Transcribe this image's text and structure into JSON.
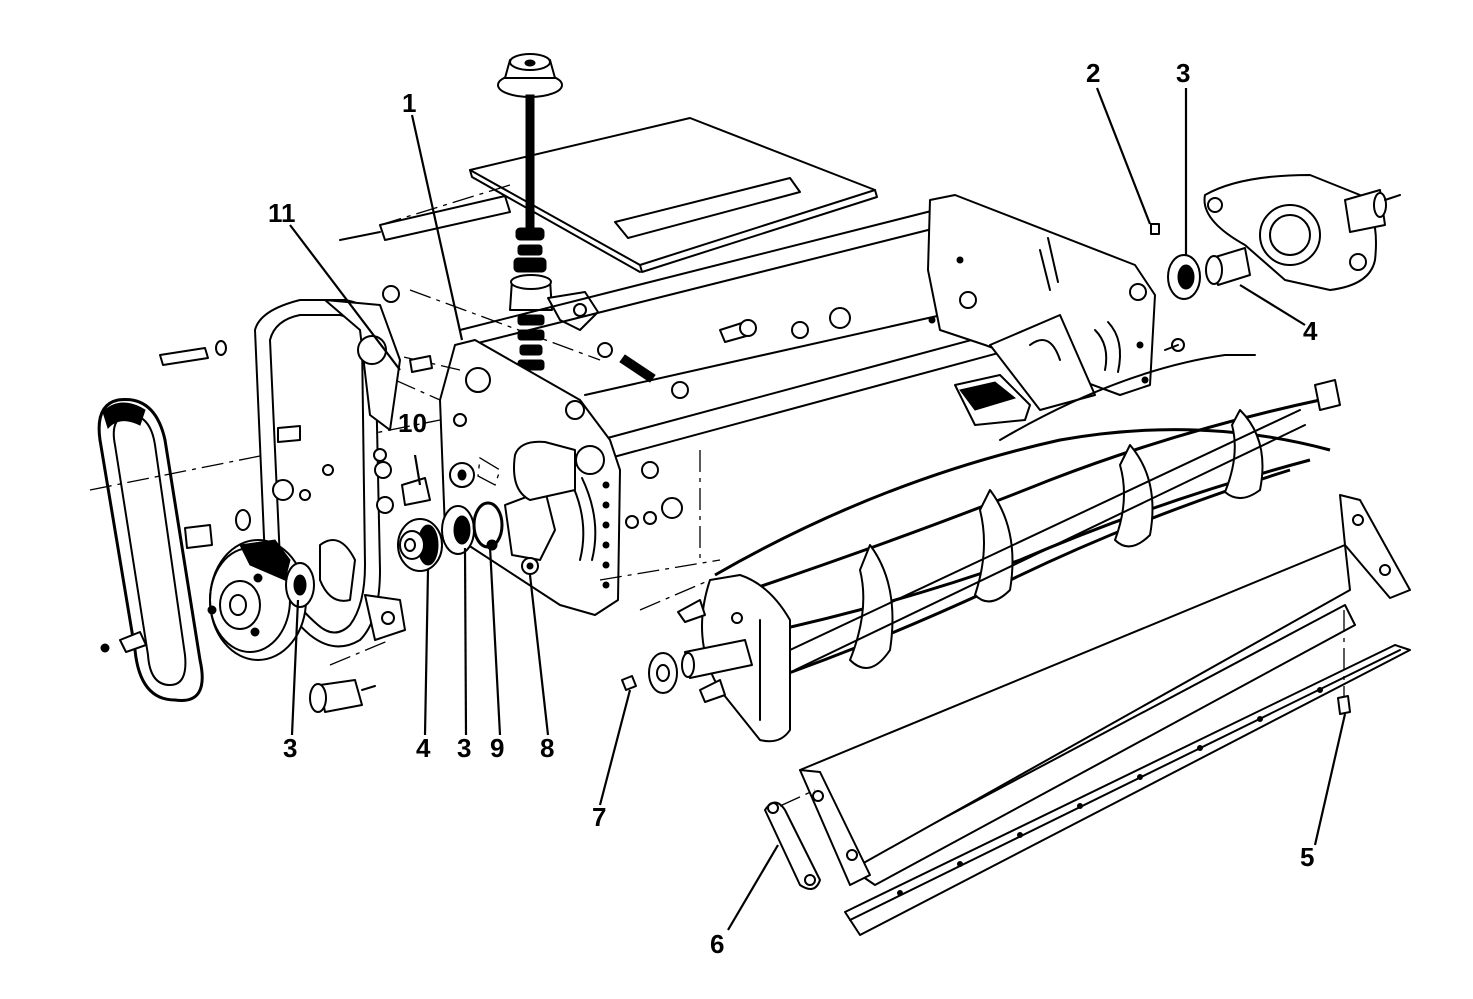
{
  "callouts": [
    {
      "id": "c-1",
      "label": "1"
    },
    {
      "id": "c-2",
      "label": "2"
    },
    {
      "id": "c-3a",
      "label": "3"
    },
    {
      "id": "c-3b",
      "label": "3"
    },
    {
      "id": "c-3c",
      "label": "3"
    },
    {
      "id": "c-4a",
      "label": "4"
    },
    {
      "id": "c-4b",
      "label": "4"
    },
    {
      "id": "c-5",
      "label": "5"
    },
    {
      "id": "c-6",
      "label": "6"
    },
    {
      "id": "c-7",
      "label": "7"
    },
    {
      "id": "c-8",
      "label": "8"
    },
    {
      "id": "c-9",
      "label": "9"
    },
    {
      "id": "c-10",
      "label": "10"
    },
    {
      "id": "c-11",
      "label": "11"
    }
  ],
  "icons": {
    "reel": "cutting-reel-icon",
    "bedknife": "bedknife-icon",
    "belt": "drive-belt-icon",
    "pulley": "pulley-icon",
    "frame": "reel-frame-icon"
  },
  "colors": {
    "ink": "#000000",
    "paper": "#ffffff"
  }
}
